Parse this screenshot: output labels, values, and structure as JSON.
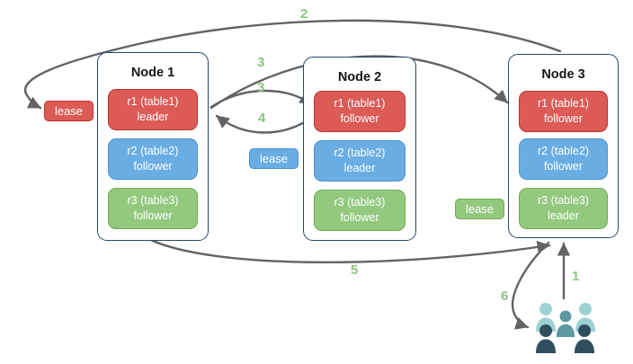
{
  "nodes": [
    {
      "title": "Node 1",
      "replicas": [
        {
          "name": "r1 (table1)",
          "role": "leader"
        },
        {
          "name": "r2 (table2)",
          "role": "follower"
        },
        {
          "name": "r3 (table3)",
          "role": "follower"
        }
      ]
    },
    {
      "title": "Node 2",
      "replicas": [
        {
          "name": "r1 (table1)",
          "role": "follower"
        },
        {
          "name": "r2 (table2)",
          "role": "leader"
        },
        {
          "name": "r3 (table3)",
          "role": "follower"
        }
      ]
    },
    {
      "title": "Node 3",
      "replicas": [
        {
          "name": "r1 (table1)",
          "role": "follower"
        },
        {
          "name": "r2 (table2)",
          "role": "follower"
        },
        {
          "name": "r3 (table3)",
          "role": "leader"
        }
      ]
    }
  ],
  "leases": [
    {
      "label": "lease",
      "color": "#dc5b57"
    },
    {
      "label": "lease",
      "color": "#69ade3"
    },
    {
      "label": "lease",
      "color": "#93c97f"
    }
  ],
  "steps": [
    {
      "label": "2"
    },
    {
      "label": "3"
    },
    {
      "label": "3"
    },
    {
      "label": "4"
    },
    {
      "label": "5"
    },
    {
      "label": "1"
    },
    {
      "label": "6"
    }
  ],
  "colors": {
    "arrow": "#636363",
    "step_label": "#8bc580",
    "red": "#dc5b57",
    "blue": "#69ade3",
    "green": "#93c97f",
    "node_border": "#2a466b",
    "people_light": "#9cd1d4",
    "people_medium": "#5e98a2",
    "people_dark": "#2f4f5e"
  }
}
